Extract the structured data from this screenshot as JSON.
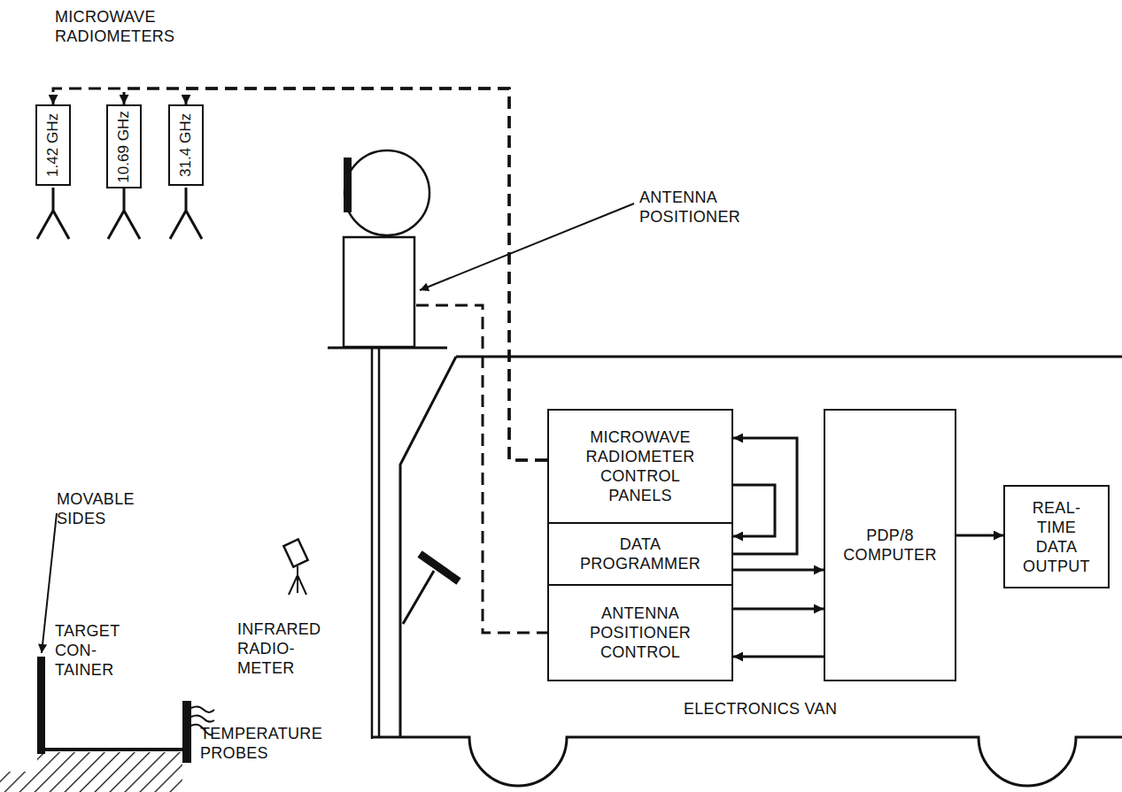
{
  "diagram": {
    "nodes": [
      {
        "text": [
          "1.42 GHz"
        ]
      },
      {
        "text": [
          "10.69 GHz"
        ]
      },
      {
        "text": [
          "31.4 GHz"
        ]
      },
      {
        "text": [
          "MICROWAVE RADIOMETER CONTROL PANELS"
        ]
      },
      {
        "text": [
          "DATA PROGRAMMER"
        ]
      },
      {
        "text": [
          "ANTENNA POSITIONER CONTROL"
        ]
      },
      {
        "text": [
          "PDP/8 COMPUTER"
        ]
      },
      {
        "text": [
          "REAL- TIME DATA OUTPUT"
        ]
      }
    ],
    "edges": [
      {
        "from": 3,
        "to": 4,
        "arrow": "to"
      },
      {
        "from": 4,
        "to": 3,
        "arrow": "to"
      },
      {
        "from": 4,
        "to": 6,
        "arrow": "to"
      },
      {
        "from": 5,
        "to": 6,
        "arrow": "to"
      },
      {
        "from": 6,
        "to": 5,
        "arrow": "to"
      },
      {
        "from": 6,
        "to": 7,
        "arrow": "to"
      },
      {
        "from": 3,
        "to": 0,
        "arrow": "to"
      },
      {
        "from": 3,
        "to": 1,
        "arrow": "to"
      },
      {
        "from": 3,
        "to": 2,
        "arrow": "to"
      }
    ],
    "labels": [
      "MICROWAVE RADIOMETERS",
      "ANTENNA POSITIONER",
      "MOVABLE SIDES",
      "TARGET CON- TAINER",
      "INFRARED RADIO- METER",
      "TEMPERATURE PROBES",
      "ELECTRONICS VAN"
    ]
  }
}
